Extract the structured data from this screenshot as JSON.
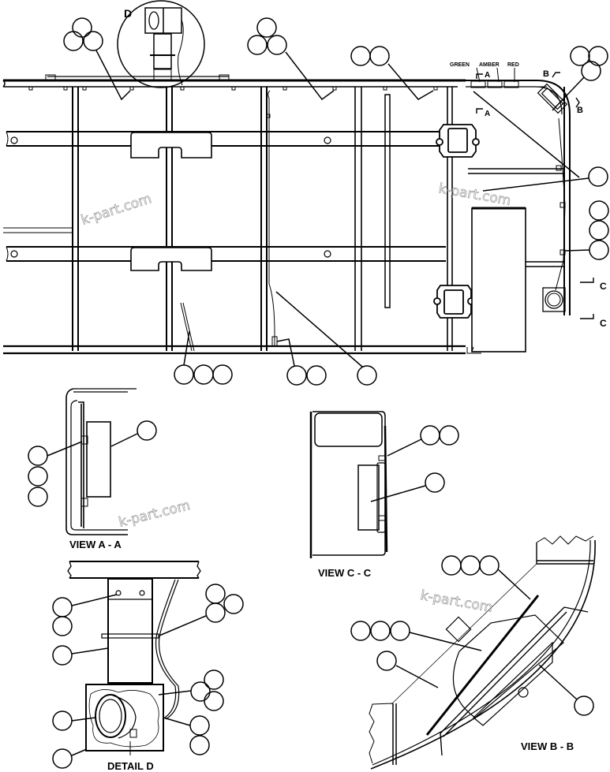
{
  "drawing": {
    "background": "#ffffff",
    "line_color": "#000000",
    "watermark_color": "#9a9a9a",
    "main_view": {
      "wire_labels": {
        "green": "GREEN",
        "amber": "AMBER",
        "red": "RED"
      },
      "section_markers": {
        "a_top": "A",
        "a_bottom": "A",
        "b_top": "B",
        "b_bottom": "B",
        "c_top": "C",
        "c_bottom": "C"
      },
      "detail_marker": "D",
      "callout_groups": [
        {
          "position": "top-left",
          "bubbles": 3
        },
        {
          "position": "top-center",
          "bubbles": 3
        },
        {
          "position": "top-right-center",
          "bubbles": 2
        },
        {
          "position": "top-right",
          "bubbles": 3
        },
        {
          "position": "right-upper",
          "bubbles": 1
        },
        {
          "position": "right-middle",
          "bubbles": 3
        },
        {
          "position": "bottom-left",
          "bubbles": 3
        },
        {
          "position": "bottom-center",
          "bubbles": 2
        },
        {
          "position": "bottom-right",
          "bubbles": 1
        }
      ]
    },
    "views": {
      "view_a": {
        "title": "VIEW A - A",
        "callout_groups": [
          {
            "bubbles": 1
          },
          {
            "bubbles": 3
          }
        ]
      },
      "view_c": {
        "title": "VIEW C - C",
        "callout_groups": [
          {
            "bubbles": 2
          },
          {
            "bubbles": 1
          }
        ]
      },
      "detail_d": {
        "title": "DETAIL D",
        "callout_groups": [
          {
            "bubbles": 2
          },
          {
            "bubbles": 3
          },
          {
            "bubbles": 1
          },
          {
            "bubbles": 3
          },
          {
            "bubbles": 1
          },
          {
            "bubbles": 2
          },
          {
            "bubbles": 1
          }
        ]
      },
      "view_b": {
        "title": "VIEW  B - B",
        "callout_groups": [
          {
            "bubbles": 3
          },
          {
            "bubbles": 3
          },
          {
            "bubbles": 1
          },
          {
            "bubbles": 1
          }
        ]
      }
    },
    "watermarks": [
      "k-part.com",
      "k-part.com",
      "k-part.com",
      "k-part.com"
    ]
  }
}
